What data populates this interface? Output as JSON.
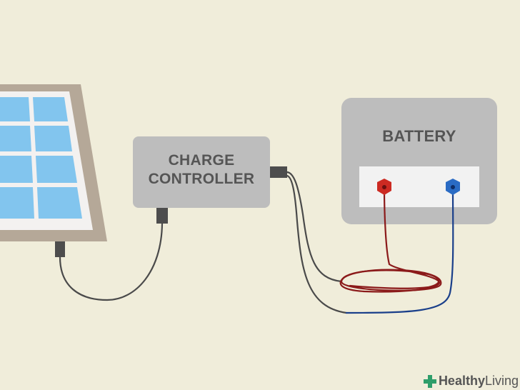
{
  "components": {
    "charge_controller": {
      "label_line1": "CHARGE",
      "label_line2": "CONTROLLER"
    },
    "battery": {
      "label": "BATTERY"
    }
  },
  "terminals": {
    "positive_color": "#cc2a22",
    "negative_color": "#2a6bc4"
  },
  "wires": {
    "dark_color": "#4a4a4a",
    "positive_color": "#8b1a1a",
    "negative_color": "#1a3f8a"
  },
  "watermark": {
    "bold": "Healthy",
    "regular": "Living",
    "icon": "plus-cross-icon",
    "color": "#2e9e6a"
  }
}
